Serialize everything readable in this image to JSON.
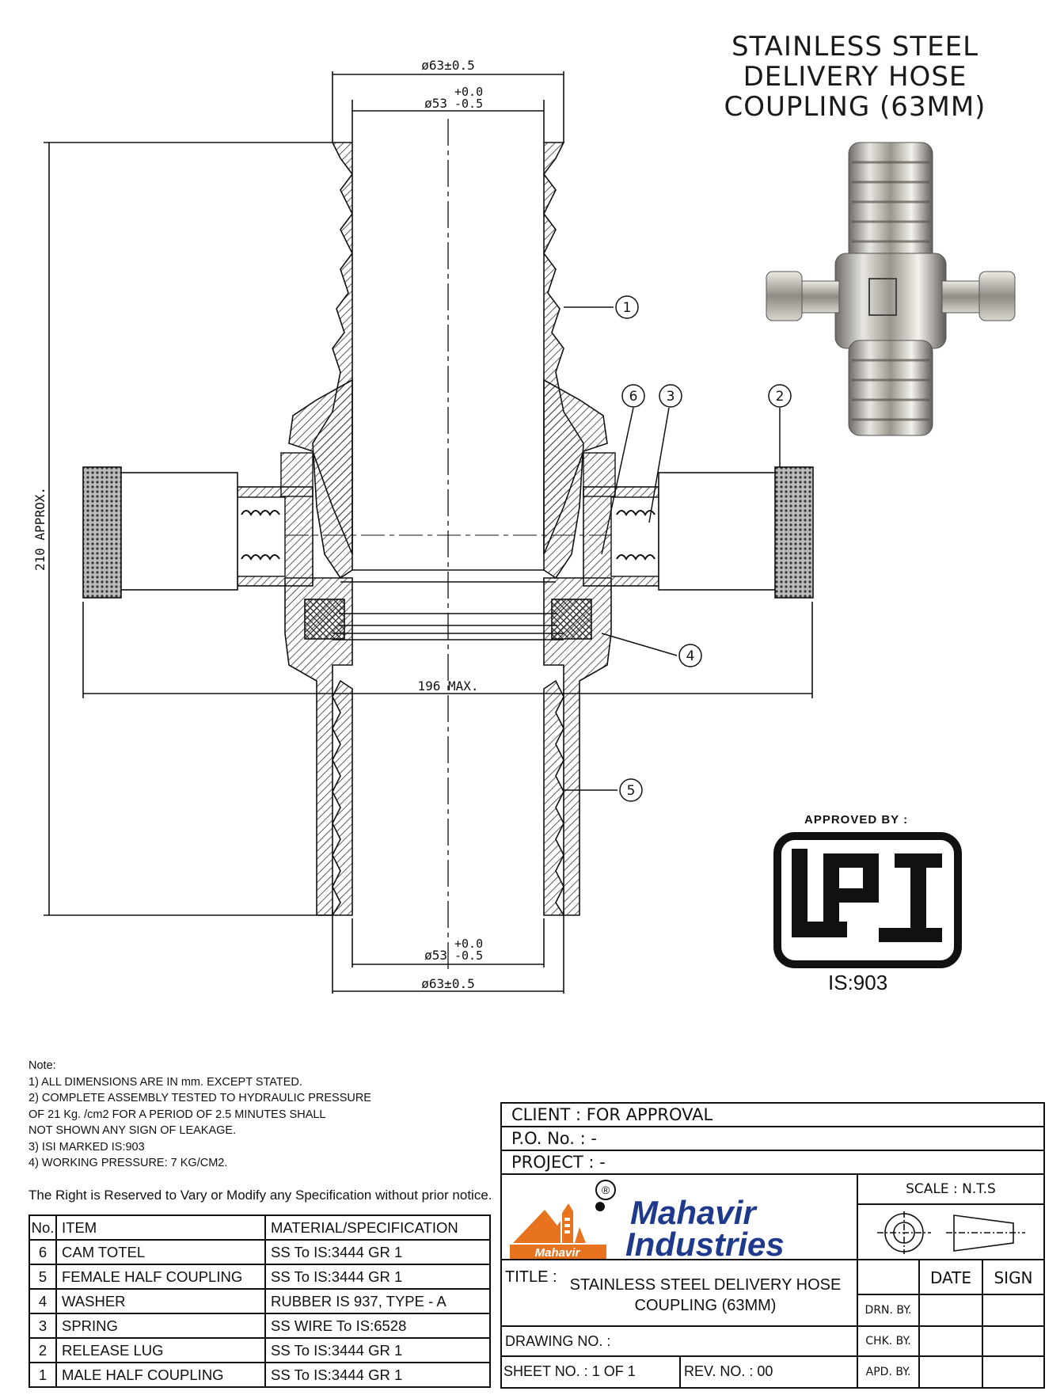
{
  "title": {
    "lines": [
      "STAINLESS STEEL",
      "DELIVERY HOSE",
      "COUPLING (63MM)"
    ]
  },
  "drawing": {
    "dim_top_outer": "ø63±0.5",
    "dim_top_inner": "ø53",
    "tol_plus": "+0.0",
    "tol_minus": "-0.5",
    "dim_bottom_inner": "ø53",
    "dim_bottom_outer": "ø63±0.5",
    "dim_height": "210 APPROX.",
    "dim_width": "196 MAX.",
    "balloons": [
      "1",
      "6",
      "3",
      "2",
      "4",
      "5"
    ]
  },
  "approval": {
    "approved_by": "APPROVED BY :",
    "standard": "IS:903"
  },
  "notes": {
    "heading": "Note:",
    "lines": [
      "1) ALL DIMENSIONS ARE IN mm. EXCEPT STATED.",
      "2) COMPLETE ASSEMBLY TESTED TO HYDRAULIC PRESSURE",
      "OF 21 Kg. /cm2  FOR A PERIOD OF 2.5 MINUTES SHALL",
      "NOT SHOWN ANY SIGN OF LEAKAGE.",
      "3) ISI MARKED IS:903",
      "4) WORKING PRESSURE: 7 KG/CM2."
    ],
    "reserved": "The  Right is Reserved to Vary or Modify any Specification without prior notice."
  },
  "bom": {
    "headers": [
      "No.",
      "ITEM",
      "MATERIAL/SPECIFICATION"
    ],
    "rows": [
      [
        "6",
        "CAM  TOTEL",
        "SS To IS:3444 GR 1"
      ],
      [
        "5",
        "FEMALE HALF COUPLING",
        "SS To IS:3444 GR 1"
      ],
      [
        "4",
        "WASHER",
        "RUBBER IS 937, TYPE - A"
      ],
      [
        "3",
        "SPRING",
        "SS WIRE To IS:6528"
      ],
      [
        "2",
        "RELEASE LUG",
        "SS To IS:3444 GR 1"
      ],
      [
        "1",
        "MALE HALF COUPLING",
        "SS To IS:3444 GR 1"
      ]
    ]
  },
  "titleblock": {
    "client": "CLIENT    : FOR APPROVAL",
    "po": "P.O. No.  : -",
    "project": "PROJECT : -",
    "company_line1": "Mahavir",
    "company_line2": "Industries",
    "logo_text": "Mahavir",
    "registered": "®",
    "scale": "SCALE  : N.T.S",
    "title_label": "TITLE :",
    "title_line1": "STAINLESS STEEL DELIVERY HOSE",
    "title_line2": "COUPLING (63MM)",
    "drawing_no": "DRAWING NO. :",
    "sheet_no": "SHEET NO. : 1  OF  1",
    "rev_no": "REV. NO. :  00",
    "date": "DATE",
    "sign": "SIGN",
    "drn": "DRN. BY.",
    "chk": "CHK. BY.",
    "apd": "APD. BY."
  },
  "colors": {
    "logo_orange": "#e8731e",
    "brand_blue": "#1f3a8c",
    "line": "#111111"
  }
}
